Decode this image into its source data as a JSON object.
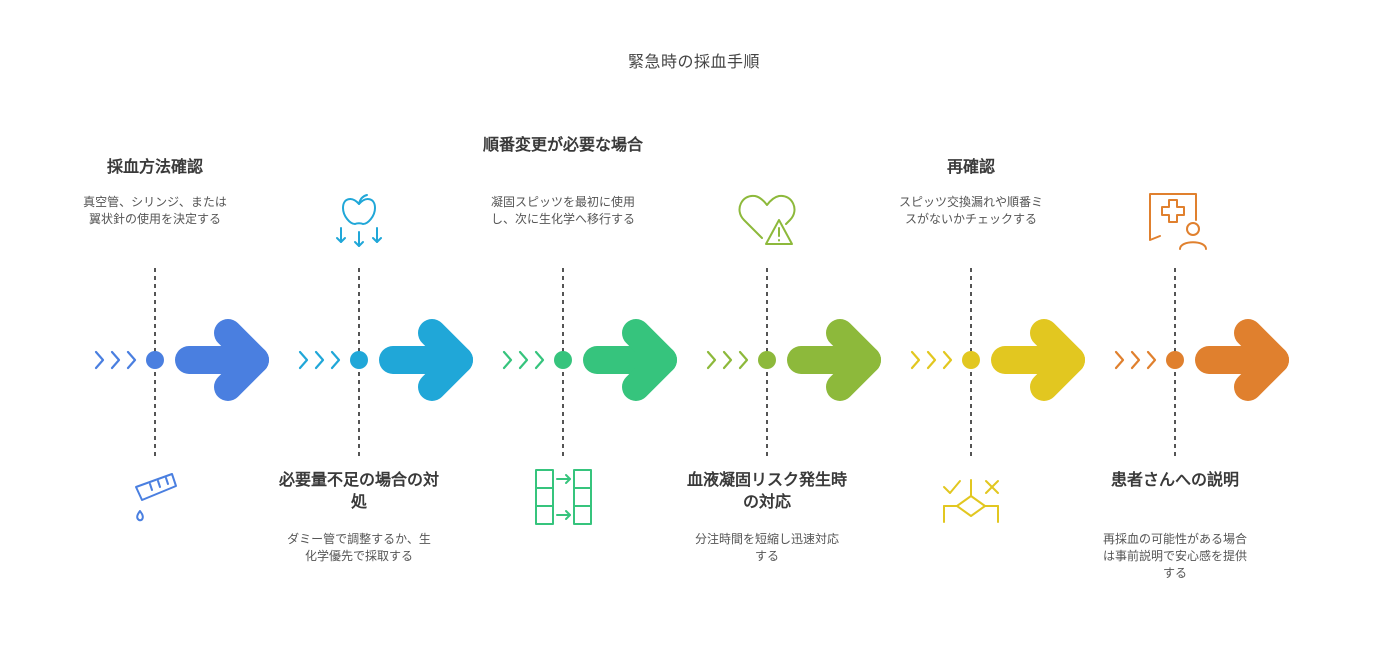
{
  "title": "緊急時の採血手順",
  "stages": [
    {
      "title": "採血方法確認",
      "description": "真空管、シリンジ、または翼状針の使用を決定する",
      "position": "top",
      "color": "#4a7fe0",
      "icon": "syringe-icon"
    },
    {
      "title": "必要量不足の場合の対処",
      "description": "ダミー管で調整するか、生化学優先で採取する",
      "position": "bottom",
      "color": "#20a7d8",
      "icon": "apple-arrows-icon"
    },
    {
      "title": "順番変更が必要な場合",
      "description": "凝固スピッツを最初に使用し、次に生化学へ移行する",
      "position": "top",
      "color": "#36c47d",
      "icon": "sequence-grid-icon"
    },
    {
      "title": "血液凝固リスク発生時の対応",
      "description": "分注時間を短縮し迅速対応する",
      "position": "bottom",
      "color": "#8db93b",
      "icon": "heart-warning-icon"
    },
    {
      "title": "再確認",
      "description": "スピッツ交換漏れや順番ミスがないかチェックする",
      "position": "top",
      "color": "#e2c720",
      "icon": "check-cross-icon"
    },
    {
      "title": "患者さんへの説明",
      "description": "再採血の可能性がある場合は事前説明で安心感を提供する",
      "position": "bottom",
      "color": "#e0802e",
      "icon": "medical-consult-icon"
    }
  ]
}
